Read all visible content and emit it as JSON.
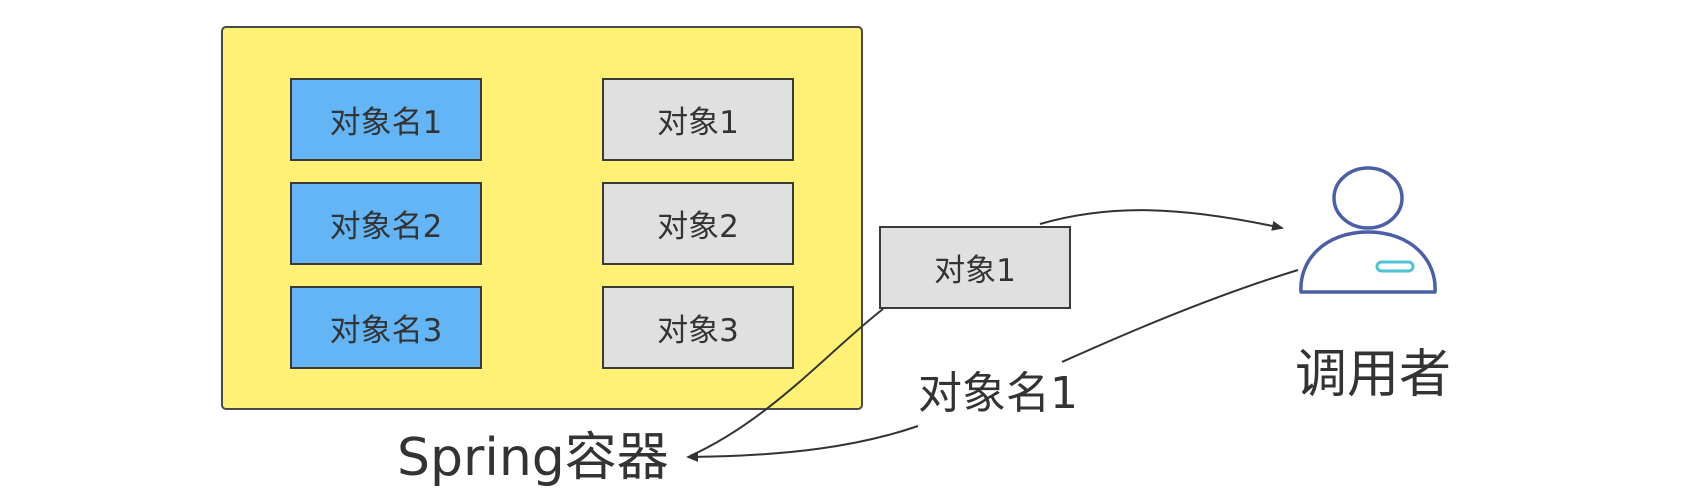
{
  "container": {
    "label": "Spring容器",
    "names": [
      "对象名1",
      "对象名2",
      "对象名3"
    ],
    "objects": [
      "对象1",
      "对象2",
      "对象3"
    ]
  },
  "returned_object": "对象1",
  "request_label": "对象名1",
  "caller": {
    "label": "调用者",
    "icon": "user-icon"
  },
  "colors": {
    "container": "#fff176",
    "name_box": "#64b5f6",
    "object_box": "#e0e0e0",
    "user_icon": "#4a5fa8",
    "user_badge": "#4fc3d9"
  }
}
